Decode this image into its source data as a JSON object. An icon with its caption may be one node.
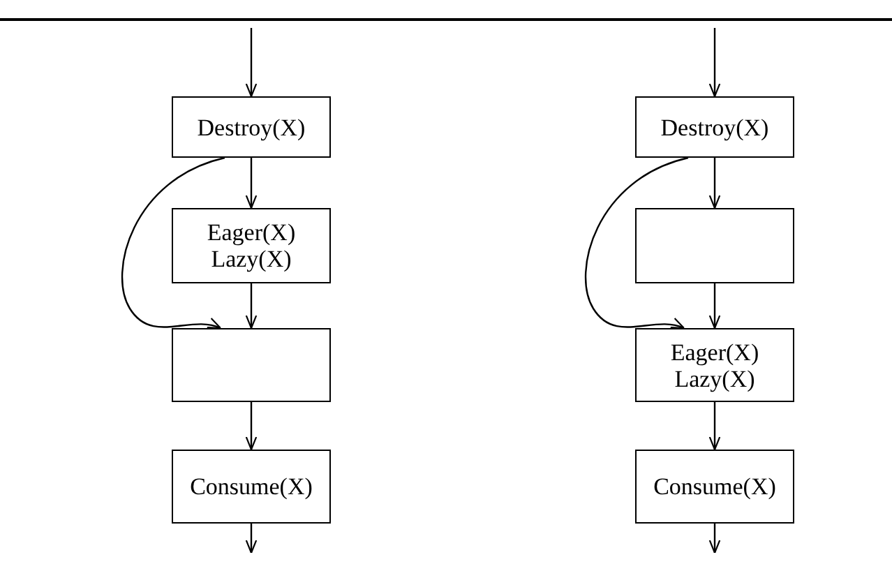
{
  "diagram": {
    "nodes": [
      {
        "text": [
          "Destroy(X)"
        ]
      },
      {
        "text": [
          "Eager(X)",
          "Lazy(X)"
        ]
      },
      {
        "text": [],
        "shape": "box"
      },
      {
        "text": [
          "Consume(X)"
        ]
      },
      {
        "text": [
          "Destroy(X)"
        ]
      },
      {
        "text": [],
        "shape": "box"
      },
      {
        "text": [
          "Eager(X)",
          "Lazy(X)"
        ]
      },
      {
        "text": [
          "Consume(X)"
        ]
      }
    ],
    "edges": [
      {
        "from": null,
        "to": 0,
        "arrow": "to"
      },
      {
        "from": 0,
        "to": 1,
        "arrow": "to"
      },
      {
        "from": 1,
        "to": 2,
        "arrow": "to"
      },
      {
        "from": 2,
        "to": 3,
        "arrow": "to"
      },
      {
        "from": 3,
        "to": null,
        "arrow": "to"
      },
      {
        "from": 0,
        "to": 2,
        "arrow": "to"
      },
      {
        "from": null,
        "to": 4,
        "arrow": "to"
      },
      {
        "from": 4,
        "to": 5,
        "arrow": "to"
      },
      {
        "from": 5,
        "to": 6,
        "arrow": "to"
      },
      {
        "from": 6,
        "to": 7,
        "arrow": "to"
      },
      {
        "from": 7,
        "to": null,
        "arrow": "to"
      },
      {
        "from": 4,
        "to": 6,
        "arrow": "to"
      }
    ]
  }
}
